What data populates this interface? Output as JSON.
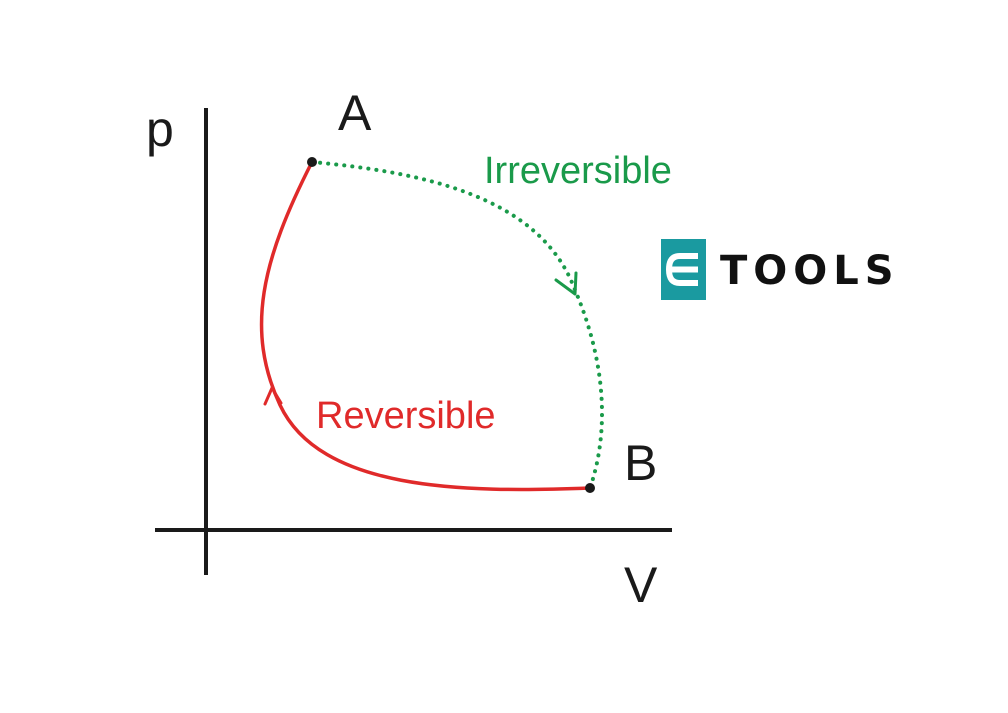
{
  "diagram": {
    "axes": {
      "y_label": "p",
      "x_label": "V"
    },
    "points": {
      "a_label": "A",
      "b_label": "B"
    },
    "paths": {
      "irreversible_label": "Irreversible",
      "reversible_label": "Reversible"
    },
    "logo": {
      "text": "TOOLS"
    },
    "colors": {
      "reversible": "#e02a2a",
      "irreversible": "#1a9a4a",
      "axis": "#1a1a1a",
      "logo_badge": "#1a9aa0"
    }
  }
}
